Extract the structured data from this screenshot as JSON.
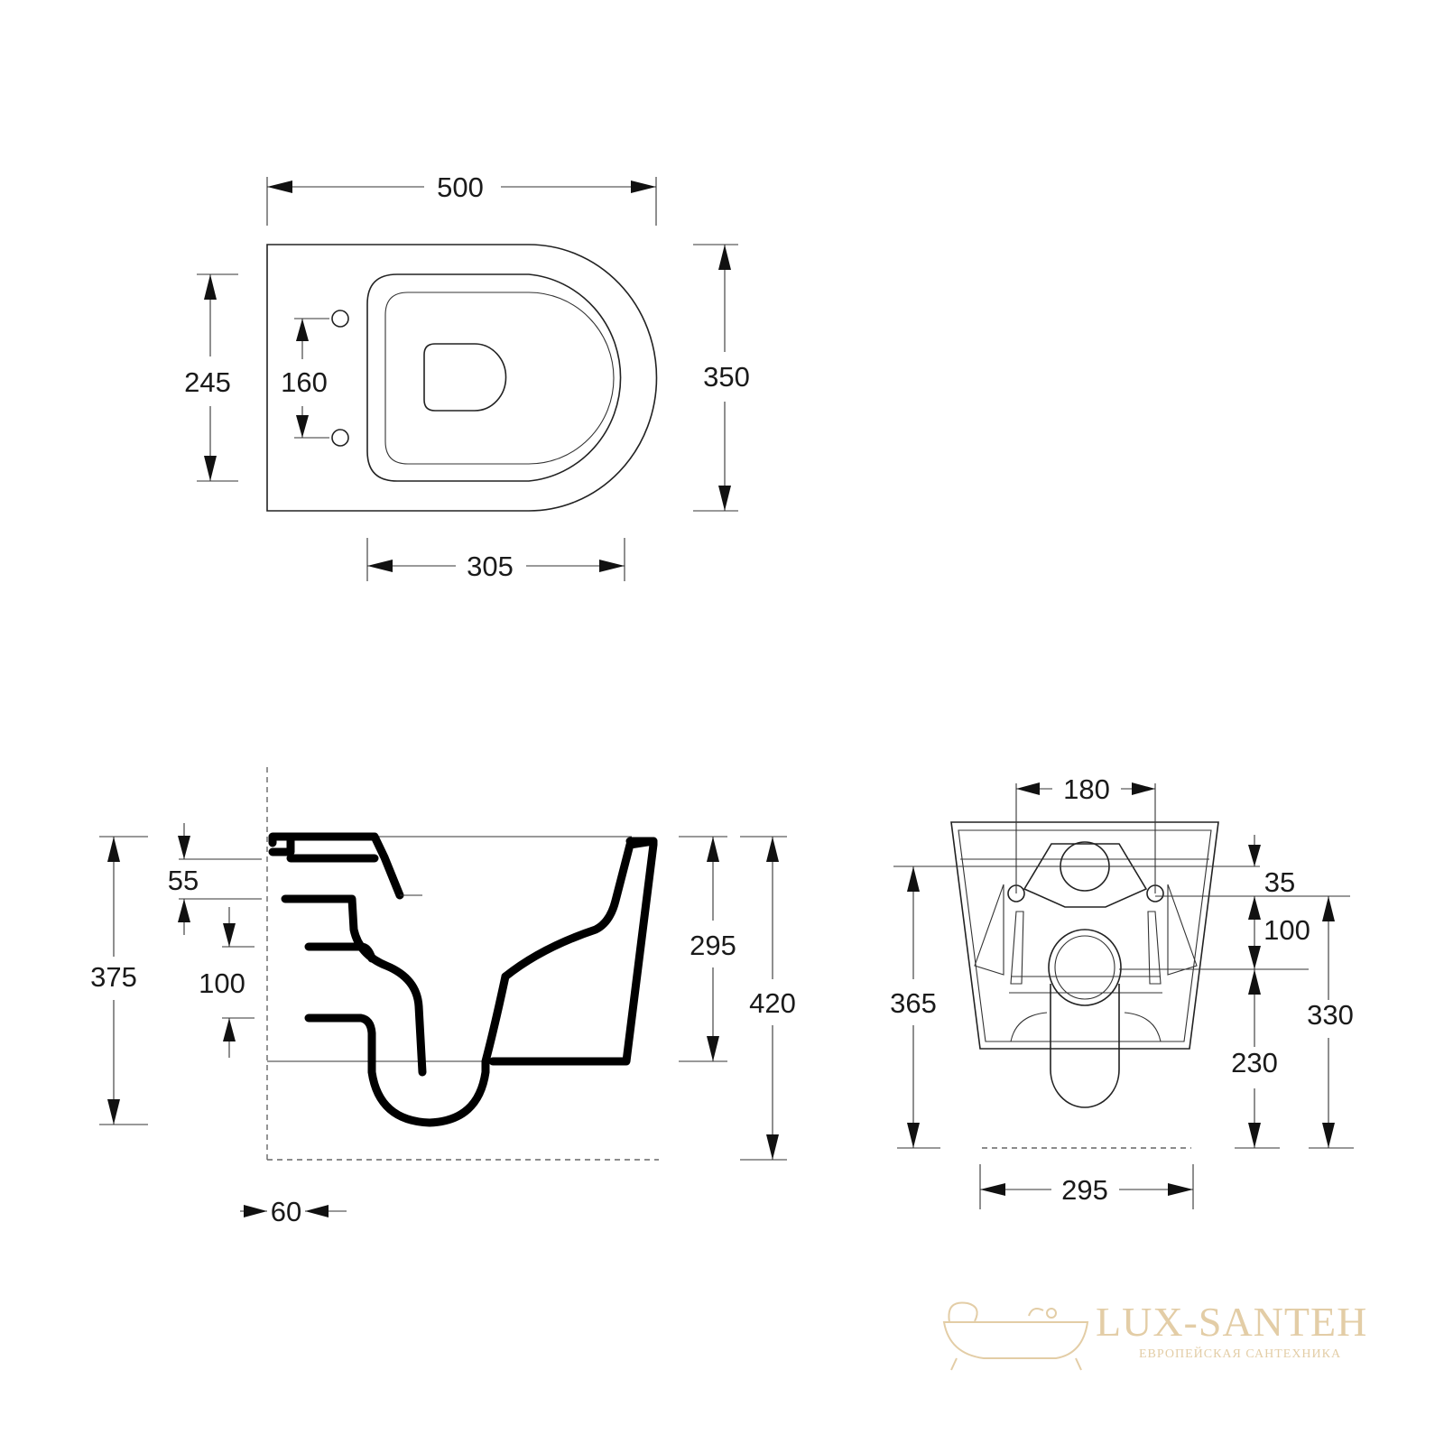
{
  "dimensions": {
    "top_width": "500",
    "top_depth": "350",
    "top_seat_depth": "245",
    "top_hinge_spacing": "160",
    "top_bowl_width": "305",
    "side_height_total": "375",
    "side_inlet_offset": "55",
    "side_outlet_spacing": "100",
    "side_bowl_height": "295",
    "side_height_floor": "420",
    "side_wall_gap": "60",
    "front_bolt_spacing": "180",
    "front_offset_top": "35",
    "front_offset_mid": "100",
    "front_height_left": "365",
    "front_height_outlet": "230",
    "front_height_right": "330",
    "front_width": "295"
  },
  "watermark": {
    "brand": "LUX-SANTEH",
    "tagline": "ЕВРОПЕЙСКАЯ САНТЕХНИКА"
  },
  "colors": {
    "ink": "#000000",
    "watermark": "#e3cda6"
  }
}
